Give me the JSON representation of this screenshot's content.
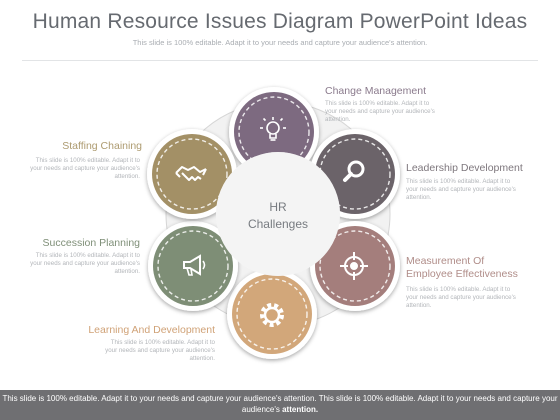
{
  "title": "Human Resource Issues Diagram PowerPoint Ideas",
  "subtitle": "This slide is 100% editable. Adapt it to your needs and capture your audience's attention.",
  "center": {
    "line1": "HR",
    "line2": "Challenges"
  },
  "items": [
    {
      "key": "change",
      "title": "Change Management",
      "desc": "This slide is 100% editable. Adapt it to your needs and capture your audience's attention.",
      "color": "#7d6a80",
      "icon": "lightbulb-icon"
    },
    {
      "key": "leadership",
      "title": "Leadership Development",
      "desc": "This slide is 100% editable. Adapt it to your needs and capture your audience's attention.",
      "color": "#6b6369",
      "icon": "magnifier-icon"
    },
    {
      "key": "measurement",
      "title": "Measurement Of Employee Effectiveness",
      "title_line1": "Measurement Of",
      "title_line2": "Employee Effectiveness",
      "desc": "This slide is 100% editable. Adapt it to your needs and capture your audience's attention.",
      "color": "#a47e7c",
      "icon": "target-icon"
    },
    {
      "key": "learning",
      "title": "Learning And Development",
      "desc": "This slide is 100% editable. Adapt it to your needs and capture your audience's attention.",
      "color": "#d2a77a",
      "icon": "gear-icon"
    },
    {
      "key": "succession",
      "title": "Succession Planning",
      "desc": "This slide is 100% editable. Adapt it to your needs and capture your audience's attention.",
      "color": "#7e8e76",
      "icon": "megaphone-icon"
    },
    {
      "key": "staffing",
      "title": "Staffing Chaining",
      "desc": "This slide is 100% editable. Adapt it to your needs and capture your audience's attention.",
      "color": "#a39066",
      "icon": "handshake-icon"
    }
  ],
  "title_colors": {
    "change": "#8a7a8c",
    "leadership": "#7e777d",
    "measurement": "#b08d89",
    "learning": "#d0a277",
    "succession": "#7f8f78",
    "staffing": "#ad9b70"
  },
  "footer": {
    "text": "This slide is 100% editable. Adapt it to your needs and capture your audience's attention. This slide is 100% editable. Adapt it to your needs and capture your audience's",
    "bold": "attention."
  }
}
